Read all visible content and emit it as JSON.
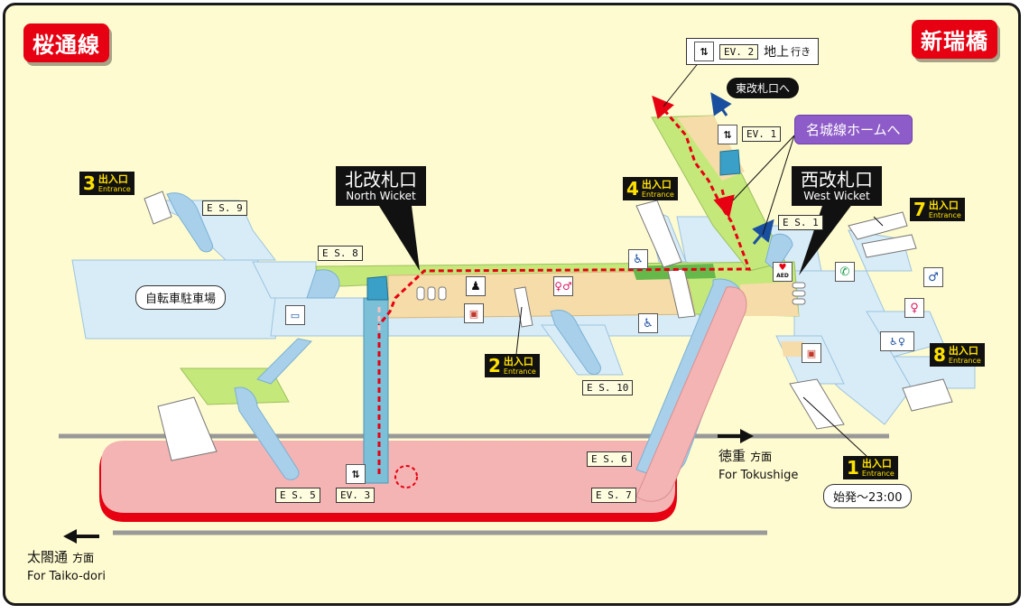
{
  "line_badge": "桜通線",
  "station_badge": "新瑞橋",
  "wickets": {
    "north": {
      "jp": "北改札口",
      "en": "North Wicket"
    },
    "west": {
      "jp": "西改札口",
      "en": "West Wicket"
    }
  },
  "ev2_callout": {
    "code": "EV. 2",
    "text": "地上",
    "suffix": "行き"
  },
  "east_wicket_label": "東改札口へ",
  "meijo_label": "名城線ホームへ",
  "bicycle_parking": "自転車駐車場",
  "entrance_text": {
    "jp": "出入口",
    "en": "Entrance"
  },
  "entrances": [
    "3",
    "4",
    "2",
    "7",
    "8",
    "1"
  ],
  "entrance1_hours": "始発～23:00",
  "facilities": {
    "es9": "E S. 9",
    "es8": "E S. 8",
    "ev1": "EV. 1",
    "es1": "E S. 1",
    "es10": "E S. 10",
    "es6": "E S. 6",
    "es7": "E S. 7",
    "es5": "E S. 5",
    "ev3": "EV. 3"
  },
  "directions": {
    "tokushige": {
      "jp": "徳重",
      "suffix": "方面",
      "en": "For Tokushige"
    },
    "taiko": {
      "jp": "太閤通",
      "suffix": "方面",
      "en": "For Taiko-dori"
    }
  },
  "icons": {
    "wheelchair": "wheelchair-icon",
    "toilet": "toilet-icon",
    "phone": "phone-icon",
    "aed": "aed-icon",
    "ticket": "ticket-machine-icon",
    "staff": "station-office-icon",
    "elevator": "elevator-icon",
    "locker": "locker-icon"
  },
  "icon_text": {
    "aed": "AED"
  },
  "colors": {
    "platform": "#f4b4b4",
    "line_red": "#e60012",
    "concourse_green": "#c5e87a",
    "concourse_tan": "#f6dca8",
    "passage_blue": "#d8ecf8",
    "background": "#fffbd0"
  }
}
